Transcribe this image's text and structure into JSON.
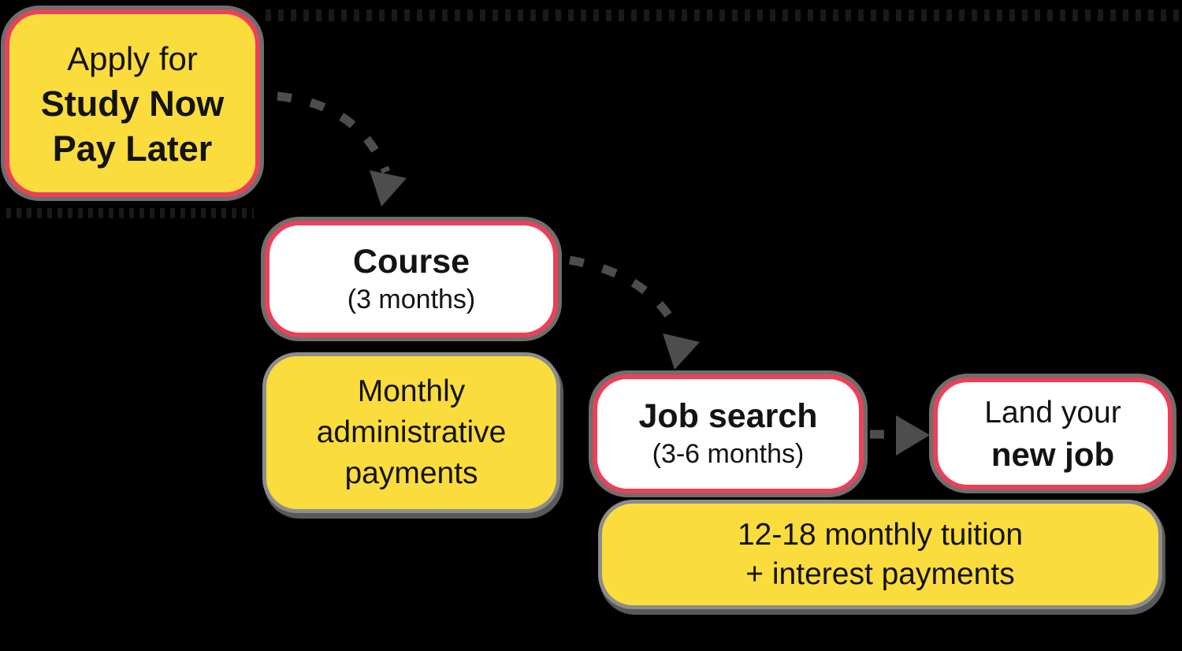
{
  "diagram": {
    "background": "#000000",
    "boxes": {
      "apply": {
        "line1": "Apply for",
        "line2": "Study Now",
        "line3": "Pay Later"
      },
      "course": {
        "line1": "Course",
        "line2": "(3 months)"
      },
      "admin": {
        "line1": "Monthly",
        "line2": "administrative",
        "line3": "payments"
      },
      "job": {
        "line1": "Job search",
        "line2": "(3-6 months)"
      },
      "land": {
        "line1": "Land your",
        "line2": "new job"
      },
      "tuition": {
        "line1": "12-18 monthly tuition",
        "line2": "+ interest payments"
      }
    },
    "colors": {
      "yellow_fill": "#FBDC3D",
      "white_fill": "#FFFFFF",
      "red_border": "#EA4159",
      "gray_border": "#8C8C8C",
      "shadow_gray": "#6E6E6E",
      "arrow_gray": "#4D4D4D",
      "text": "#131313",
      "texture_dash": "#1A1A1A"
    },
    "arrows": [
      {
        "from": "apply",
        "to": "course",
        "style": "dashed-curved"
      },
      {
        "from": "course",
        "to": "job",
        "style": "dashed-curved"
      },
      {
        "from": "job",
        "to": "land",
        "style": "dashed-straight"
      }
    ]
  }
}
